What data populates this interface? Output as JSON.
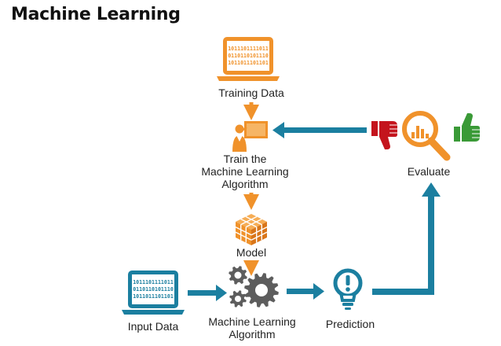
{
  "title": "Machine Learning",
  "nodes": {
    "training_data": {
      "label": "Training Data",
      "bits": [
        "1011101111011",
        "0110110101110",
        "1011011101101"
      ]
    },
    "train_algorithm": {
      "lines": [
        "Train the",
        "Machine Learning",
        "Algorithm"
      ]
    },
    "model": {
      "label": "Model"
    },
    "input_data": {
      "label": "Input Data",
      "bits": [
        "1011101111011",
        "0110110101110",
        "1011011101101"
      ]
    },
    "ml_algorithm": {
      "lines": [
        "Machine Learning",
        "Algorithm"
      ]
    },
    "prediction": {
      "label": "Prediction"
    },
    "evaluate": {
      "label": "Evaluate"
    }
  },
  "colors": {
    "orange": "#f0922b",
    "teal": "#1b7fa0",
    "gear": "#5d5d5d",
    "thumbs_down": "#c4141d",
    "thumbs_up": "#3a9a37"
  },
  "icons": [
    "laptop-icon",
    "presenter-icon",
    "cube-icon",
    "gears-icon",
    "lightbulb-icon",
    "magnifier-icon",
    "thumbs-down-icon",
    "thumbs-up-icon"
  ]
}
